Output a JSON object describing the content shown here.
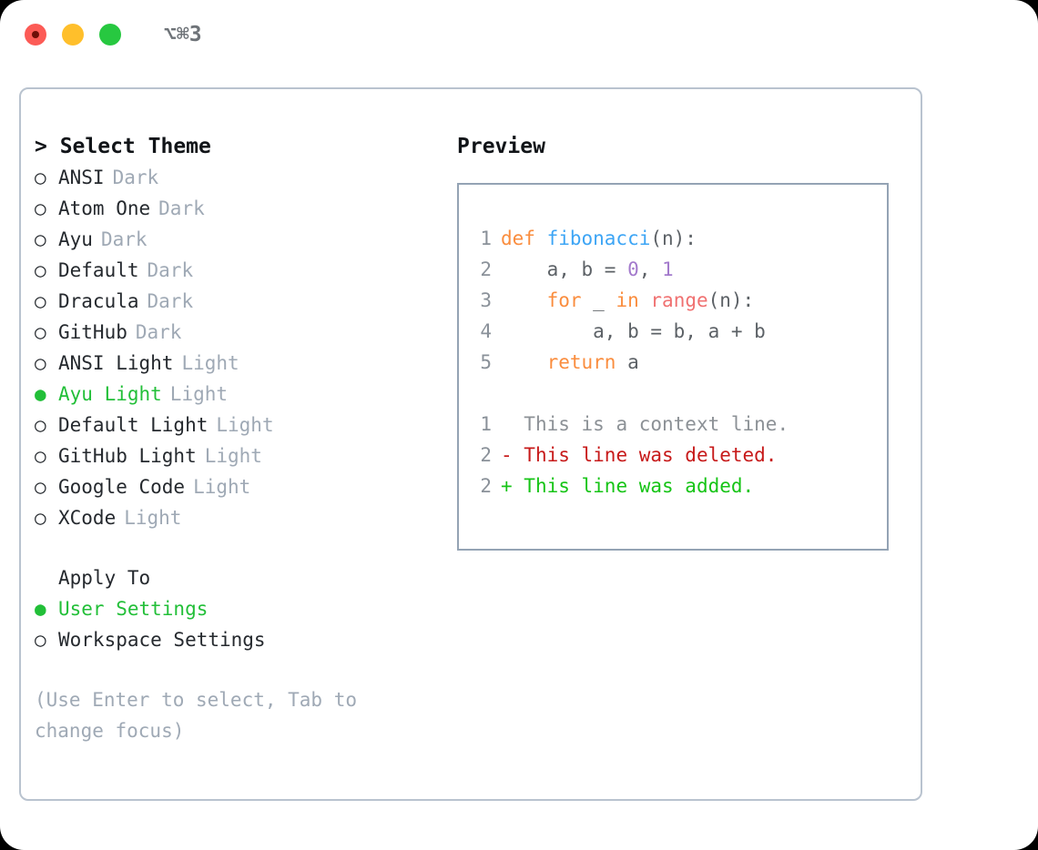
{
  "titlebar": {
    "shortcut": "⌥⌘3",
    "dots": [
      "close-dot",
      "minimize-dot",
      "maximize-dot"
    ]
  },
  "theme_picker": {
    "heading": "> Select Theme",
    "bullet_selected": "●",
    "bullet_unselected": "○",
    "items": [
      {
        "name": "ANSI",
        "tag": "Dark",
        "selected": false
      },
      {
        "name": "Atom One",
        "tag": "Dark",
        "selected": false
      },
      {
        "name": "Ayu",
        "tag": "Dark",
        "selected": false
      },
      {
        "name": "Default",
        "tag": "Dark",
        "selected": false
      },
      {
        "name": "Dracula",
        "tag": "Dark",
        "selected": false
      },
      {
        "name": "GitHub",
        "tag": "Dark",
        "selected": false
      },
      {
        "name": "ANSI Light",
        "tag": "Light",
        "selected": false
      },
      {
        "name": "Ayu Light",
        "tag": "Light",
        "selected": true
      },
      {
        "name": "Default Light",
        "tag": "Light",
        "selected": false
      },
      {
        "name": "GitHub Light",
        "tag": "Light",
        "selected": false
      },
      {
        "name": "Google Code",
        "tag": "Light",
        "selected": false
      },
      {
        "name": "XCode",
        "tag": "Light",
        "selected": false
      }
    ]
  },
  "apply_to": {
    "heading": "Apply To",
    "items": [
      {
        "name": "User Settings",
        "selected": true
      },
      {
        "name": "Workspace Settings",
        "selected": false
      }
    ]
  },
  "hint": "(Use Enter to select, Tab to change focus)",
  "preview": {
    "title": "Preview",
    "code_lines": [
      {
        "num": "1",
        "tokens": [
          {
            "t": "def ",
            "c": "kw"
          },
          {
            "t": "fibonacci",
            "c": "fn"
          },
          {
            "t": "(n):",
            "c": "plain"
          }
        ]
      },
      {
        "num": "2",
        "tokens": [
          {
            "t": "    a, b = ",
            "c": "plain"
          },
          {
            "t": "0",
            "c": "num"
          },
          {
            "t": ", ",
            "c": "plain"
          },
          {
            "t": "1",
            "c": "num"
          }
        ]
      },
      {
        "num": "3",
        "tokens": [
          {
            "t": "    ",
            "c": "plain"
          },
          {
            "t": "for",
            "c": "kw"
          },
          {
            "t": " _ ",
            "c": "plain"
          },
          {
            "t": "in",
            "c": "kw"
          },
          {
            "t": " ",
            "c": "plain"
          },
          {
            "t": "range",
            "c": "built"
          },
          {
            "t": "(n):",
            "c": "plain"
          }
        ]
      },
      {
        "num": "4",
        "tokens": [
          {
            "t": "        a, b = b, a + b",
            "c": "plain"
          }
        ]
      },
      {
        "num": "5",
        "tokens": [
          {
            "t": "    ",
            "c": "plain"
          },
          {
            "t": "return",
            "c": "kw"
          },
          {
            "t": " a",
            "c": "plain"
          }
        ]
      }
    ],
    "diff_lines": [
      {
        "num": "1",
        "marker": " ",
        "text": " This is a context line.",
        "kind": "ctx"
      },
      {
        "num": "2",
        "marker": "-",
        "text": " This line was deleted.",
        "kind": "del"
      },
      {
        "num": "2",
        "marker": "+",
        "text": " This line was added.",
        "kind": "add"
      }
    ]
  },
  "colors": {
    "accent_green": "#22bf38",
    "keyword_orange": "#fa8d3e",
    "function_blue": "#3da5f5",
    "builtin_red": "#f07171",
    "number_purple": "#a37acc",
    "muted_grey": "#9fa9b5",
    "diff_delete": "#c71a1a",
    "diff_add": "#16c416",
    "panel_border": "#b9c3cf",
    "preview_border": "#94a3b4"
  }
}
